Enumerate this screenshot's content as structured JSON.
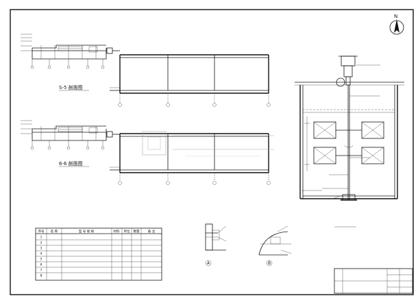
{
  "sections": {
    "s5_title": "S-5 剖面图",
    "s6_title": "6-6 剖面图"
  },
  "material_table": {
    "title": "",
    "headers": [
      "序号",
      "名 称",
      "型 号 规 格",
      "材料",
      "单位",
      "数量",
      "备 注"
    ],
    "rows": [
      [
        "1",
        "",
        "",
        "",
        "",
        "",
        ""
      ],
      [
        "2",
        "",
        "",
        "",
        "",
        "",
        ""
      ],
      [
        "3",
        "",
        "",
        "",
        "",
        "",
        ""
      ],
      [
        "4",
        "",
        "",
        "",
        "",
        "",
        ""
      ],
      [
        "5",
        "",
        "",
        "",
        "",
        "",
        ""
      ],
      [
        "6",
        "",
        "",
        "",
        "",
        "",
        ""
      ],
      [
        "7",
        "",
        "",
        "",
        "",
        "",
        ""
      ],
      [
        "8",
        "",
        "",
        "",
        "",
        "",
        ""
      ]
    ]
  },
  "details": {
    "a_label": "A",
    "b_label": "B"
  },
  "compass": {
    "north": "N"
  },
  "mixer": {
    "title": ""
  },
  "title_block": {
    "line1": "",
    "line2": ""
  }
}
